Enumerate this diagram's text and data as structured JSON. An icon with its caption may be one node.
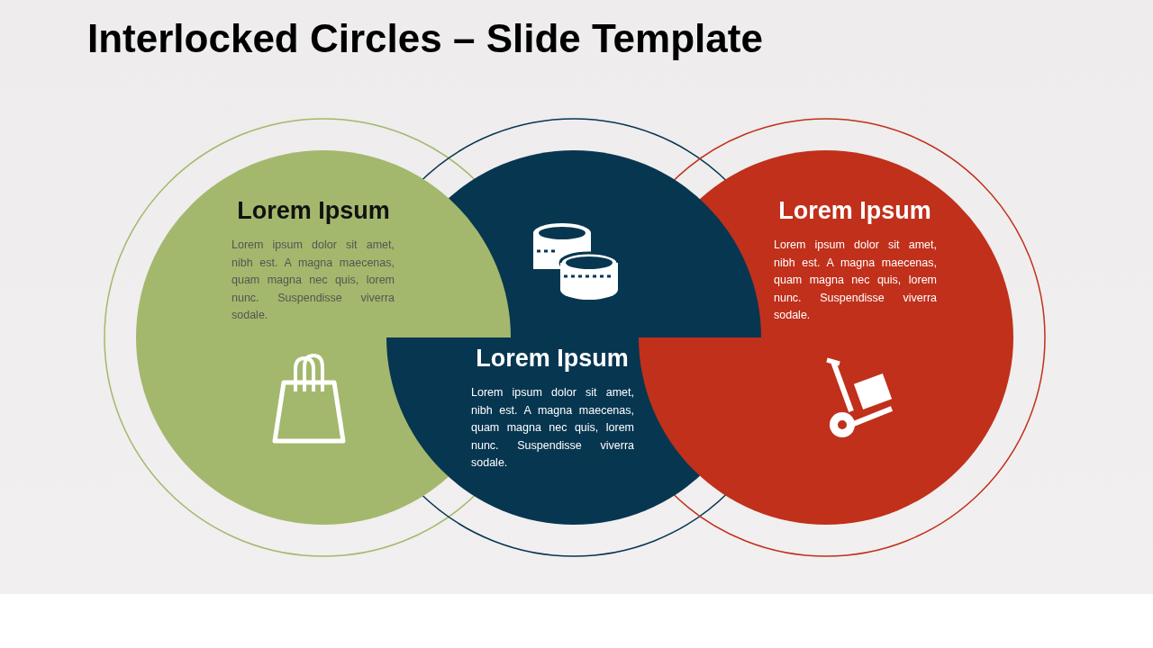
{
  "diagram": {
    "title": "Interlocked Circles – Slide Template",
    "nodes": [
      {
        "text": [
          "Lorem Ipsum",
          "Lorem ipsum dolor sit amet, nibh est. A magna maecenas, quam magna nec quis, lorem nunc. Suspendisse viverra sodale."
        ]
      },
      {
        "text": [
          "Lorem Ipsum",
          "Lorem ipsum dolor sit amet, nibh est. A magna maecenas, quam magna nec quis, lorem nunc. Suspendisse viverra sodale."
        ]
      },
      {
        "text": [
          "Lorem Ipsum",
          "Lorem ipsum dolor sit amet, nibh est. A magna maecenas, quam magna nec quis, lorem nunc. Suspendisse viverra sodale."
        ]
      }
    ],
    "edges": []
  }
}
